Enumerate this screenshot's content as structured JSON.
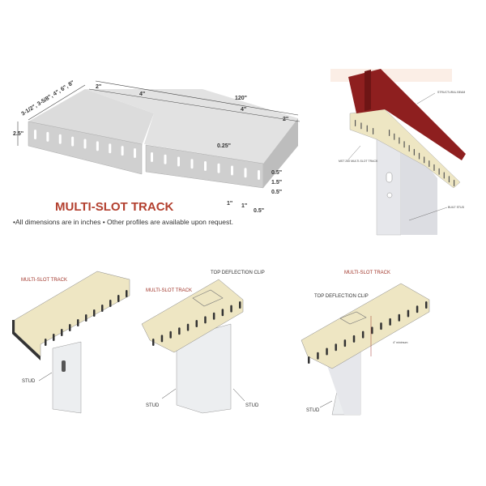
{
  "track_diagram": {
    "title": "MULTI-SLOT TRACK",
    "note": "•All dimensions are in inches  • Other profiles are available upon request.",
    "dimensions": {
      "length": "120\"",
      "widths": "3-1/2\", 3-5/8\", 4\", 6\", 8\"",
      "height": "2.5\"",
      "spacing_left_end": "2\"",
      "spacing_left": "4\"",
      "spacing_right": "4\"",
      "spacing_right_end": "2\"",
      "slot_width": "0.25\"",
      "slot_top": "0.5\"",
      "slot_length": "1.5\"",
      "slot_bottom": "0.5\"",
      "slot_pitch_1": "1\"",
      "slot_pitch_2": "1\"",
      "slot_edge": "0.5\""
    }
  },
  "beam_detail": {
    "beam_label": "STRUCTURAL BEAM",
    "track_label": "MST 250 MULTI-SLOT TRACK",
    "stud_label": "BUILT STUD",
    "colors": {
      "beam": "#8e1f1f",
      "track": "#eee6c3",
      "stud": "#e4e6ea"
    }
  },
  "details": [
    {
      "track_label": "MULTI-SLOT TRACK",
      "stud_label": "STUD"
    },
    {
      "track_label": "MULTI-SLOT TRACK",
      "clip_label": "TOP DEFLECTION CLIP",
      "stud_label_left": "STUD",
      "stud_label_right": "STUD"
    },
    {
      "track_label": "MULTI-SLOT TRACK",
      "clip_label": "TOP DEFLECTION CLIP",
      "stud_label": "STUD",
      "min_label": "4\" minimum"
    }
  ]
}
